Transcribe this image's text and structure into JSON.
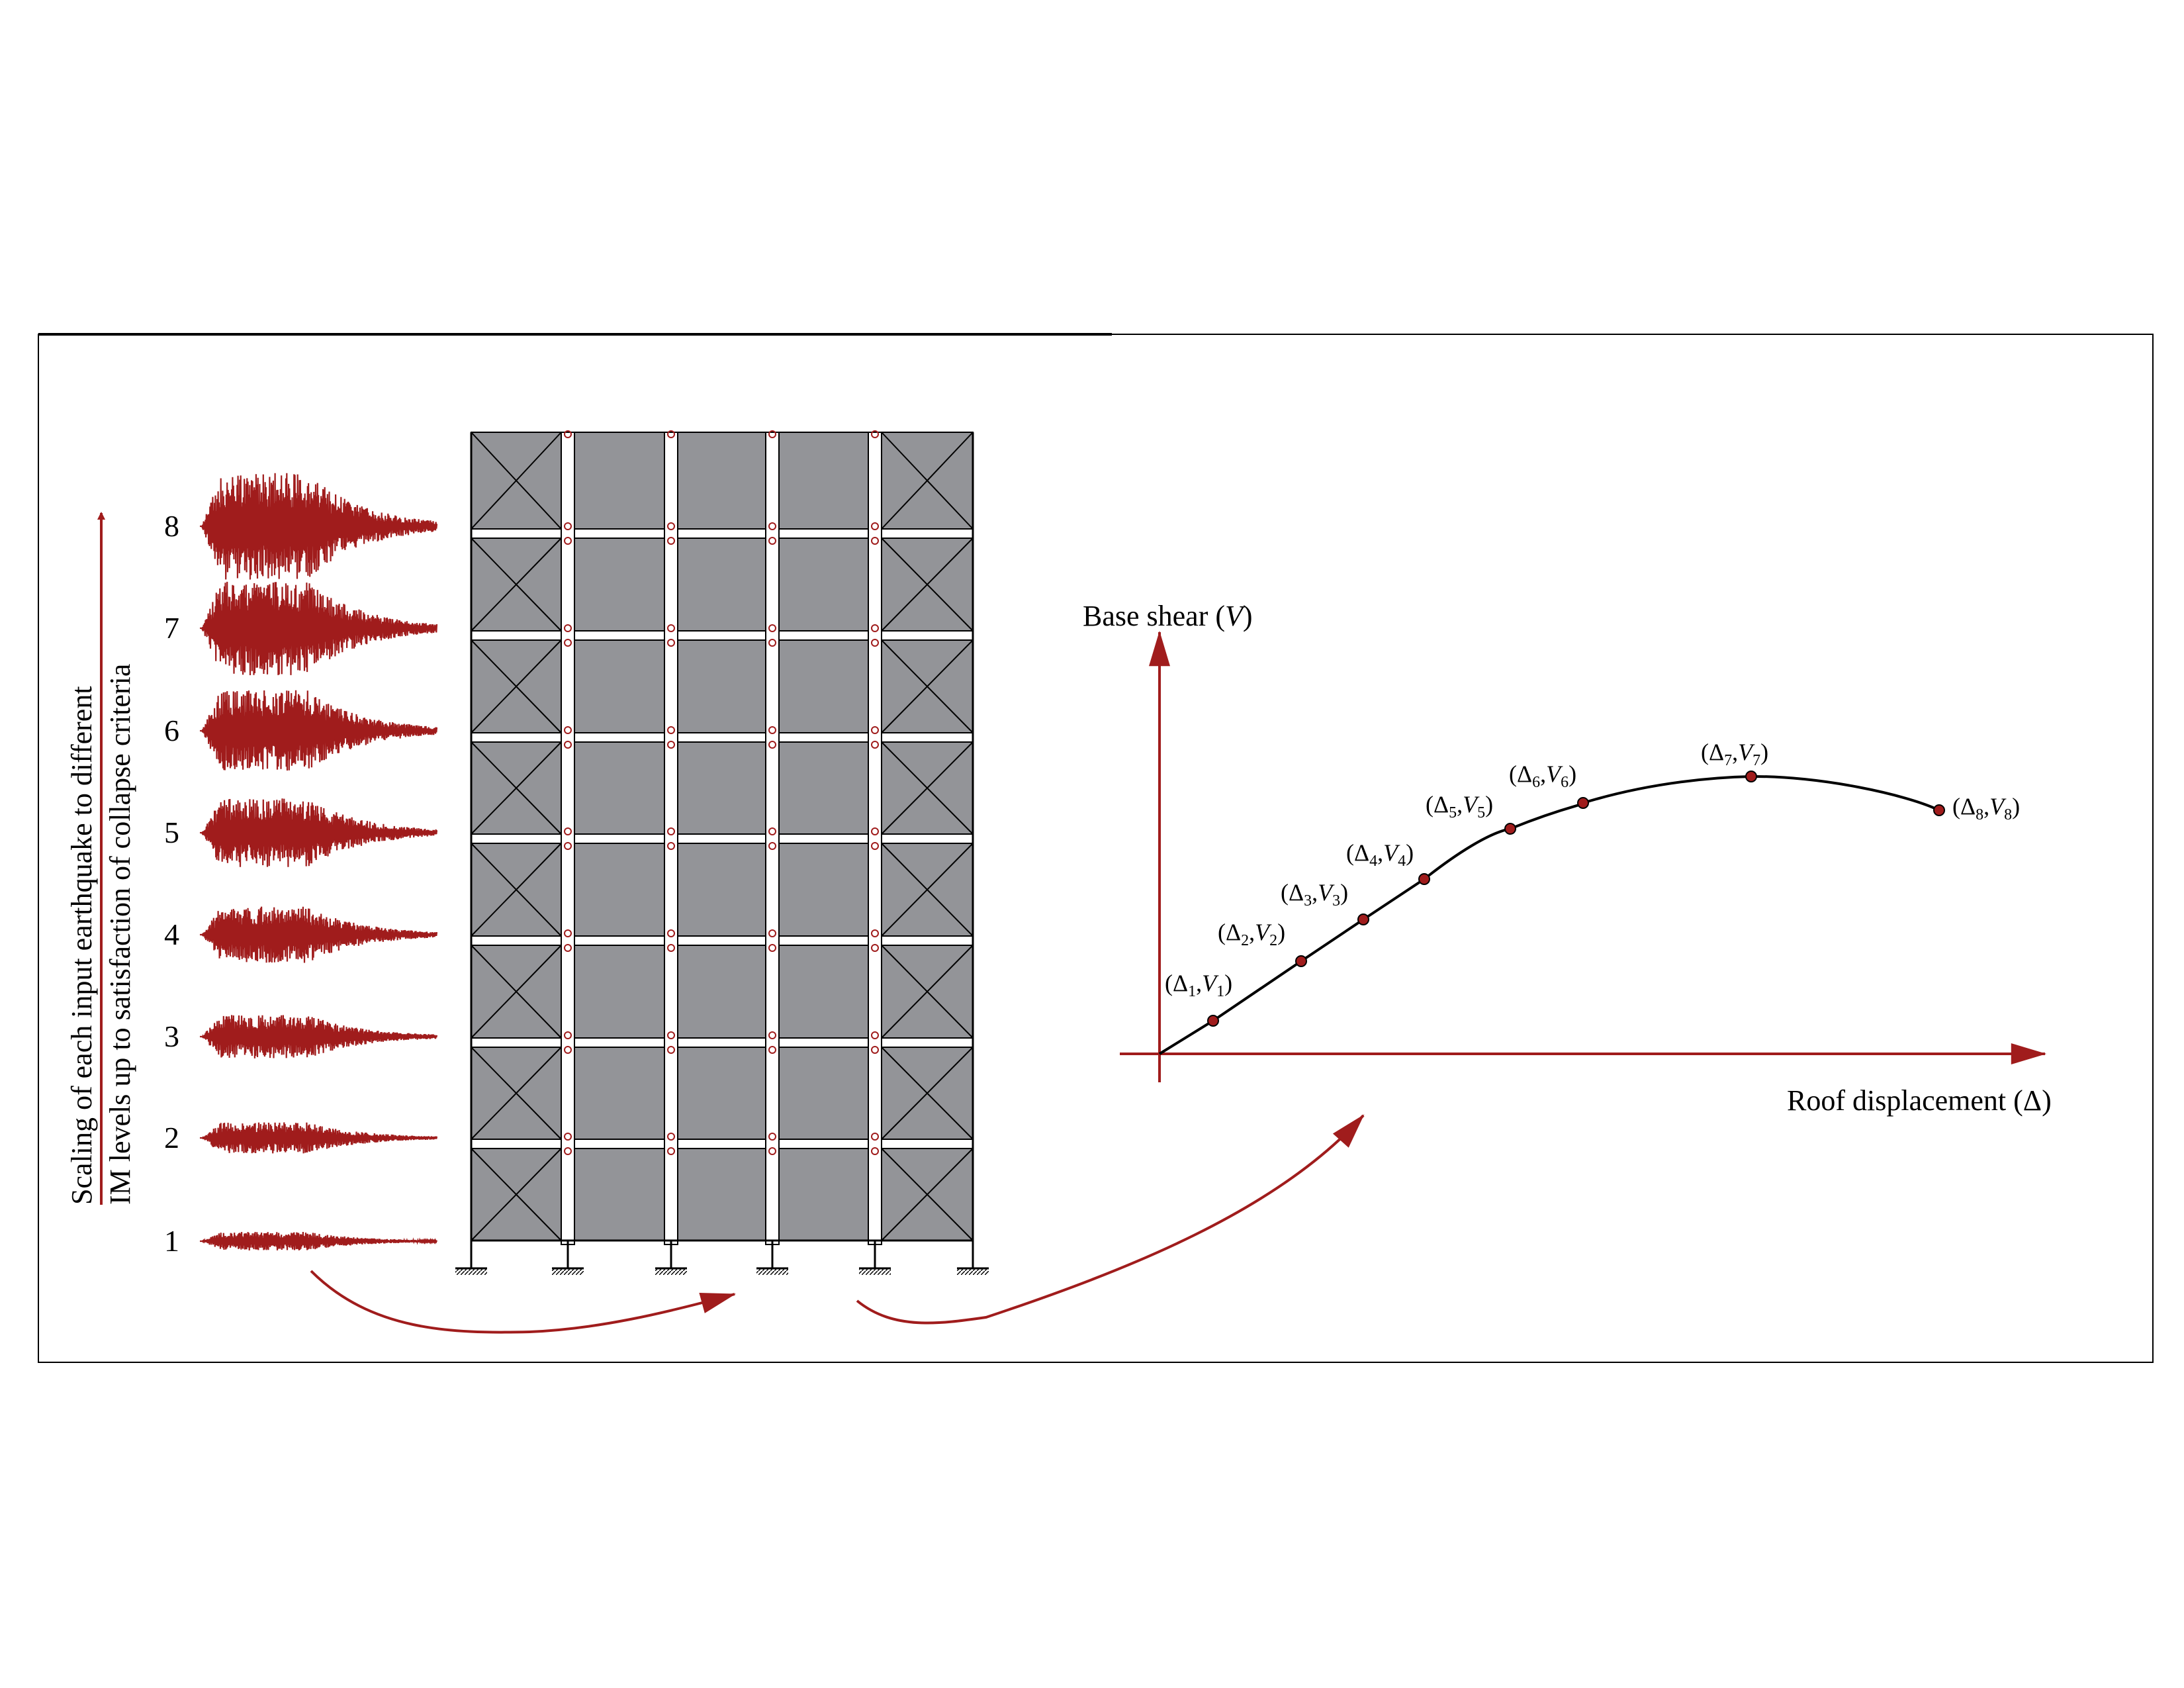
{
  "colors": {
    "accent": "#a01c1c",
    "frame_fill": "#939498",
    "line": "#000000",
    "background": "#ffffff"
  },
  "side_label": {
    "line1": "Scaling of each input earthquake to different",
    "line2": "IM levels up to satisfaction of collapse criteria"
  },
  "im_levels": [
    "1",
    "2",
    "3",
    "4",
    "5",
    "6",
    "7",
    "8"
  ],
  "frame": {
    "stories": 8,
    "bays": 5
  },
  "graph": {
    "y_axis_label": {
      "text": "Base shear (",
      "var": "V",
      "close": ")"
    },
    "x_axis_label": "Roof displacement (Δ)",
    "points": [
      {
        "label": "(Δ1,V1)",
        "delta_sub": "1",
        "v_sub": "1"
      },
      {
        "label": "(Δ2,V2)",
        "delta_sub": "2",
        "v_sub": "2"
      },
      {
        "label": "(Δ3,V3)",
        "delta_sub": "3",
        "v_sub": "3"
      },
      {
        "label": "(Δ4,V4)",
        "delta_sub": "4",
        "v_sub": "4"
      },
      {
        "label": "(Δ5,V5)",
        "delta_sub": "5",
        "v_sub": "5"
      },
      {
        "label": "(Δ6,V6)",
        "delta_sub": "6",
        "v_sub": "6"
      },
      {
        "label": "(Δ7,V7)",
        "delta_sub": "7",
        "v_sub": "7"
      },
      {
        "label": "(Δ8,V8)",
        "delta_sub": "8",
        "v_sub": "8"
      }
    ]
  }
}
